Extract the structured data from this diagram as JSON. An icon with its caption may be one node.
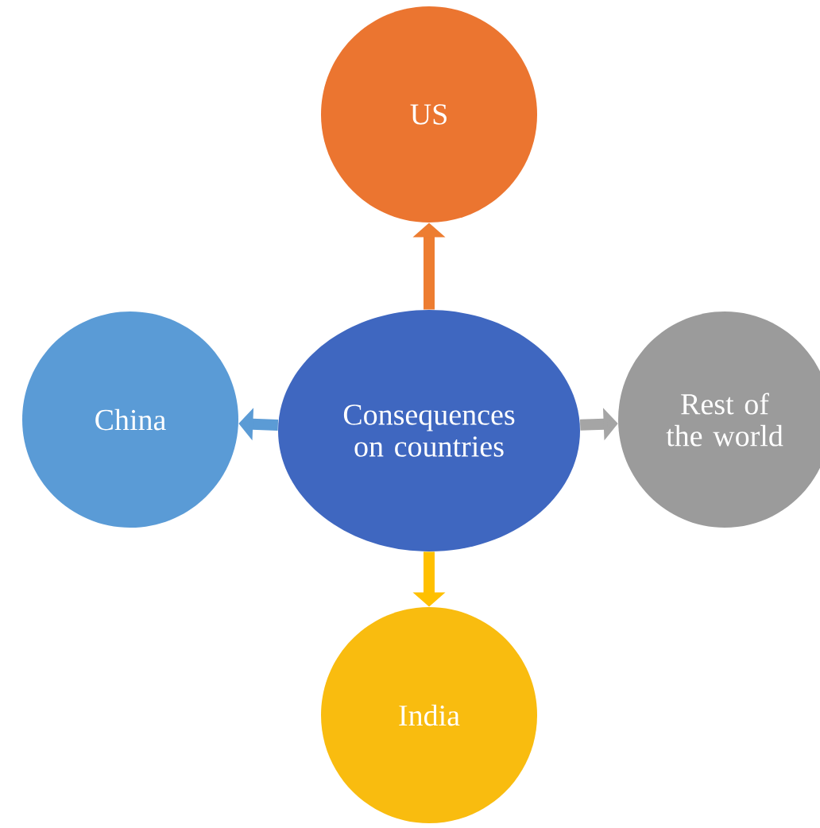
{
  "diagram": {
    "nodes": [
      {
        "text": [
          "Consequences on countries"
        ]
      },
      {
        "text": [
          "US"
        ]
      },
      {
        "text": [
          "China"
        ]
      },
      {
        "text": [
          "Rest of the world"
        ]
      },
      {
        "text": [
          "India"
        ]
      }
    ],
    "edges": [
      {
        "from": 0,
        "to": 1,
        "arrow": "to",
        "color": "#ed7d31"
      },
      {
        "from": 0,
        "to": 2,
        "arrow": "to",
        "color": "#5b9bd5"
      },
      {
        "from": 0,
        "to": 3,
        "arrow": "to",
        "color": "#a5a5a5"
      },
      {
        "from": 0,
        "to": 4,
        "arrow": "to",
        "color": "#ffc000"
      }
    ]
  }
}
